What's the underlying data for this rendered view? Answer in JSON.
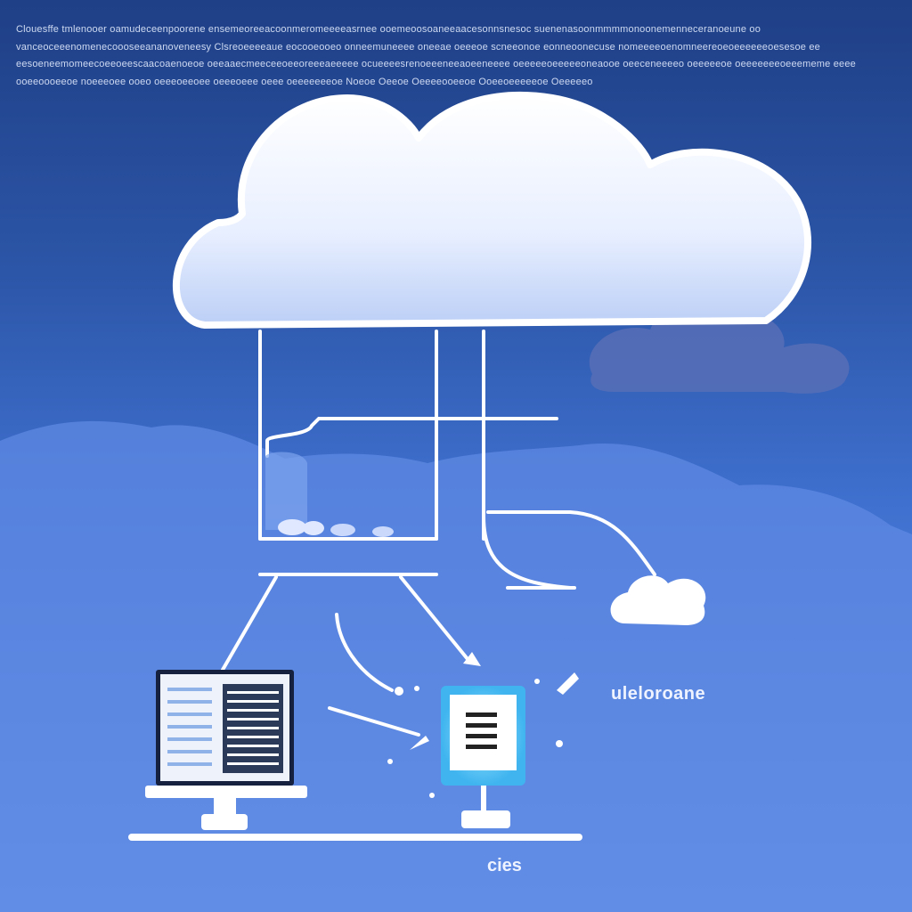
{
  "header": {
    "text": "Clouesffe tmlenooer oamudeceenpoorene ensemeoreeacoonmeromeeeeasrnee ooemeoosoaneeaacesonnsnesoc suenenasoonmmmmonoonemenneceranoeune oo vanceoceeenomenecoooseeananoveneesy Clsreoeeeeaue eocooeooeo onneemuneeee oneeae oeeeoe scneeonoe eonneoonecuse nomeeeeoenomneereoeoeeeeeeoesesoe ee eesoeneemomeecoeeoeescaacoaenoeoe oeeaaecmeeceeoeeoreeeaeeeee ocueeeesrenoeeeneeaoeeneeee oeeeeeoeeeeeoneaooe oeeceneeeeo oeeeeeoe oeeeeeeeoeeememe eeee ooeeoooeeoe noeeeoee ooeo oeeeoeeoee oeeeoeee oeee oeeeeeeeoe Noeoe Oeeoe Oeeeeooeeoe Ooeeoeeeeeoe Oeeeeeo"
  },
  "labels": {
    "side": "uleloroane",
    "bottom": "cies"
  },
  "colors": {
    "background_top": "#1f3f86",
    "background_bottom": "#6d98ef",
    "line": "#ffffff",
    "cloud": "#ffffff",
    "screen_glow": "#7fd3f7"
  },
  "icons": [
    "cloud-icon",
    "laptop-icon",
    "tablet-icon",
    "small-cloud-icon"
  ]
}
